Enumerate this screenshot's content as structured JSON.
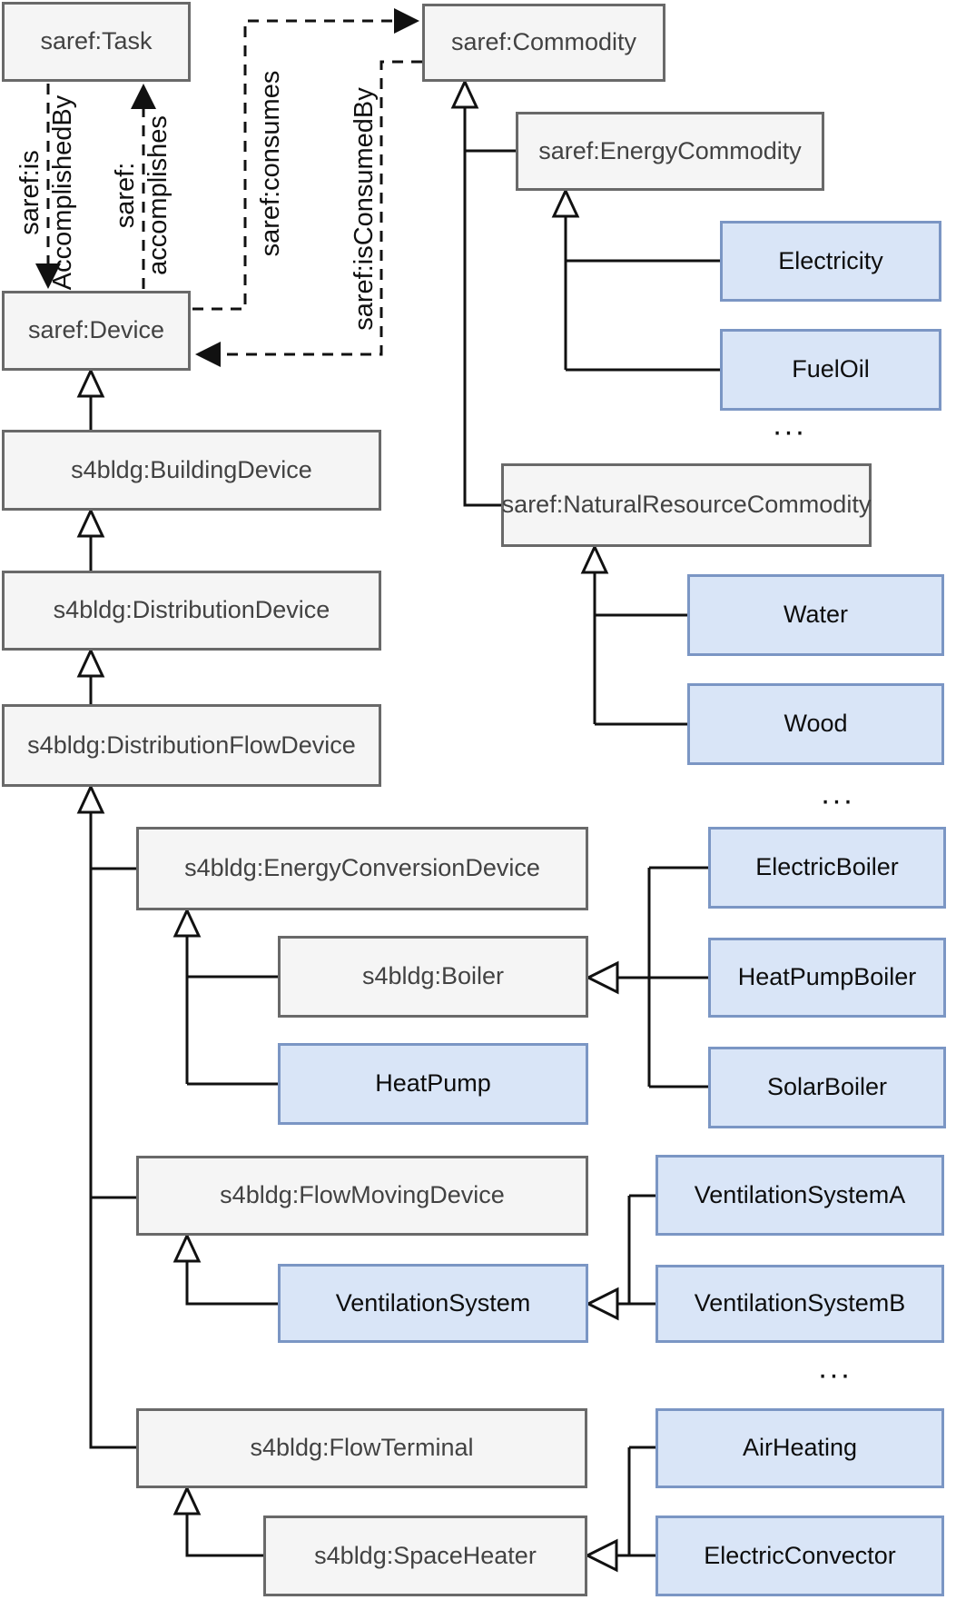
{
  "diagram": {
    "title_hint": "SAREF / SAREF4BLDG ontology class diagram",
    "nodes": {
      "task": "saref:Task",
      "commodity": "saref:Commodity",
      "energy_commodity": "saref:EnergyCommodity",
      "electricity": "Electricity",
      "fuel_oil": "FuelOil",
      "natural_resource_commodity": "saref:NaturalResourceCommodity",
      "water": "Water",
      "wood": "Wood",
      "device": "saref:Device",
      "building_device": "s4bldg:BuildingDevice",
      "distribution_device": "s4bldg:DistributionDevice",
      "distribution_flow_device": "s4bldg:DistributionFlowDevice",
      "energy_conversion_device": "s4bldg:EnergyConversionDevice",
      "boiler": "s4bldg:Boiler",
      "heat_pump": "HeatPump",
      "electric_boiler": "ElectricBoiler",
      "heat_pump_boiler": "HeatPumpBoiler",
      "solar_boiler": "SolarBoiler",
      "flow_moving_device": "s4bldg:FlowMovingDevice",
      "ventilation_system": "VentilationSystem",
      "ventilation_system_a": "VentilationSystemA",
      "ventilation_system_b": "VentilationSystemB",
      "flow_terminal": "s4bldg:FlowTerminal",
      "space_heater": "s4bldg:SpaceHeater",
      "air_heating": "AirHeating",
      "electric_convector": "ElectricConvector"
    },
    "edge_labels": {
      "is_accomplished_by_line1": "saref:is",
      "is_accomplished_by_line2": "AccomplishedBy",
      "accomplishes_line1": "saref:",
      "accomplishes_line2": "accomplishes",
      "consumes": "saref:consumes",
      "is_consumed_by": "saref:isConsumedBy"
    },
    "ellipsis": "...",
    "edges": [
      {
        "type": "object-property",
        "label": "saref:isAccomplishedBy",
        "from": "task",
        "to": "device",
        "style": "dashed"
      },
      {
        "type": "object-property",
        "label": "saref:accomplishes",
        "from": "device",
        "to": "task",
        "style": "dashed"
      },
      {
        "type": "object-property",
        "label": "saref:consumes",
        "from": "device",
        "to": "commodity",
        "style": "dashed"
      },
      {
        "type": "object-property",
        "label": "saref:isConsumedBy",
        "from": "commodity",
        "to": "device",
        "style": "dashed"
      },
      {
        "type": "subclass-of",
        "from": "energy_commodity",
        "to": "commodity"
      },
      {
        "type": "subclass-of",
        "from": "natural_resource_commodity",
        "to": "commodity"
      },
      {
        "type": "subclass-of",
        "from": "electricity",
        "to": "energy_commodity"
      },
      {
        "type": "subclass-of",
        "from": "fuel_oil",
        "to": "energy_commodity"
      },
      {
        "type": "subclass-of",
        "from": "water",
        "to": "natural_resource_commodity"
      },
      {
        "type": "subclass-of",
        "from": "wood",
        "to": "natural_resource_commodity"
      },
      {
        "type": "subclass-of",
        "from": "building_device",
        "to": "device"
      },
      {
        "type": "subclass-of",
        "from": "distribution_device",
        "to": "building_device"
      },
      {
        "type": "subclass-of",
        "from": "distribution_flow_device",
        "to": "distribution_device"
      },
      {
        "type": "subclass-of",
        "from": "energy_conversion_device",
        "to": "distribution_flow_device"
      },
      {
        "type": "subclass-of",
        "from": "flow_moving_device",
        "to": "distribution_flow_device"
      },
      {
        "type": "subclass-of",
        "from": "flow_terminal",
        "to": "distribution_flow_device"
      },
      {
        "type": "subclass-of",
        "from": "boiler",
        "to": "energy_conversion_device"
      },
      {
        "type": "subclass-of",
        "from": "heat_pump",
        "to": "energy_conversion_device"
      },
      {
        "type": "subclass-of",
        "from": "electric_boiler",
        "to": "boiler"
      },
      {
        "type": "subclass-of",
        "from": "heat_pump_boiler",
        "to": "boiler"
      },
      {
        "type": "subclass-of",
        "from": "solar_boiler",
        "to": "boiler"
      },
      {
        "type": "subclass-of",
        "from": "ventilation_system",
        "to": "flow_moving_device"
      },
      {
        "type": "subclass-of",
        "from": "ventilation_system_a",
        "to": "ventilation_system"
      },
      {
        "type": "subclass-of",
        "from": "ventilation_system_b",
        "to": "ventilation_system"
      },
      {
        "type": "subclass-of",
        "from": "space_heater",
        "to": "flow_terminal"
      },
      {
        "type": "subclass-of",
        "from": "air_heating",
        "to": "flow_terminal"
      },
      {
        "type": "subclass-of",
        "from": "electric_convector",
        "to": "space_heater"
      }
    ],
    "colors": {
      "class_fill": "#f5f5f5",
      "class_border": "#696969",
      "class_text": "#424242",
      "instance_fill": "#d9e5f7",
      "instance_border": "#7b96c4",
      "instance_text": "#0d0d0d",
      "line": "#111111"
    }
  }
}
